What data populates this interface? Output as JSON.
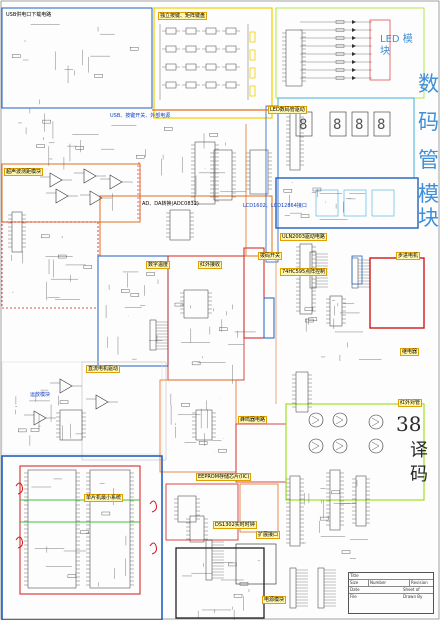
{
  "sections": {
    "usb_power": "USB供电口下载电路",
    "matrix_keys": "独立按键、矩阵键盘",
    "usb_switch": "USB、按键开关、外部电源",
    "ultrasonic": "超声波测距模块",
    "lcd": "LCD1602、LCD12864接口",
    "ad_da": "AD、DA转换(ADC0832)",
    "digital_thermo": "数字温度",
    "ir_receiver": "红外接收",
    "motor": "步进电机",
    "ds1302": "DS1302实时时钟",
    "relay": "继电器",
    "infrared_pair": "红外对管",
    "stepper_drive": "直流电机驱动",
    "eeprom": "EEPROM存储芯片(IIC)",
    "buzzer": "蜂鸣器电路",
    "dip_switch": "拨码开关",
    "mcu": "单片机最小系统",
    "expansion": "扩展接口",
    "led_driver": "LED数码管驱动",
    "led_module_bottom": "74HC595点阵控制",
    "digital_tube_bottom": "ULN2003驱动电路",
    "op_amp": "运放模块",
    "power_section": "电源模块"
  },
  "led_title": "LED 模块",
  "vertical_title": [
    "数",
    "码",
    "管",
    "模",
    "块"
  ],
  "handwritten": {
    "line1": "38",
    "line2": "译",
    "line3": "码"
  },
  "title_block": {
    "label": "Title",
    "size": "Size",
    "number": "Number",
    "revision": "Revision",
    "date": "Date",
    "file": "File",
    "sheet": "Sheet of",
    "drawn": "Drawn By"
  },
  "colors": {
    "blue_frame": "#2060c0",
    "red_frame": "#d01818",
    "cyan_frame": "#40b0e0",
    "green_frame": "#40c040",
    "orange_frame": "#e07020",
    "yellow_frame": "#f0d000",
    "lime_frame": "#a0e020",
    "title_blue": "#3c8fd8"
  }
}
